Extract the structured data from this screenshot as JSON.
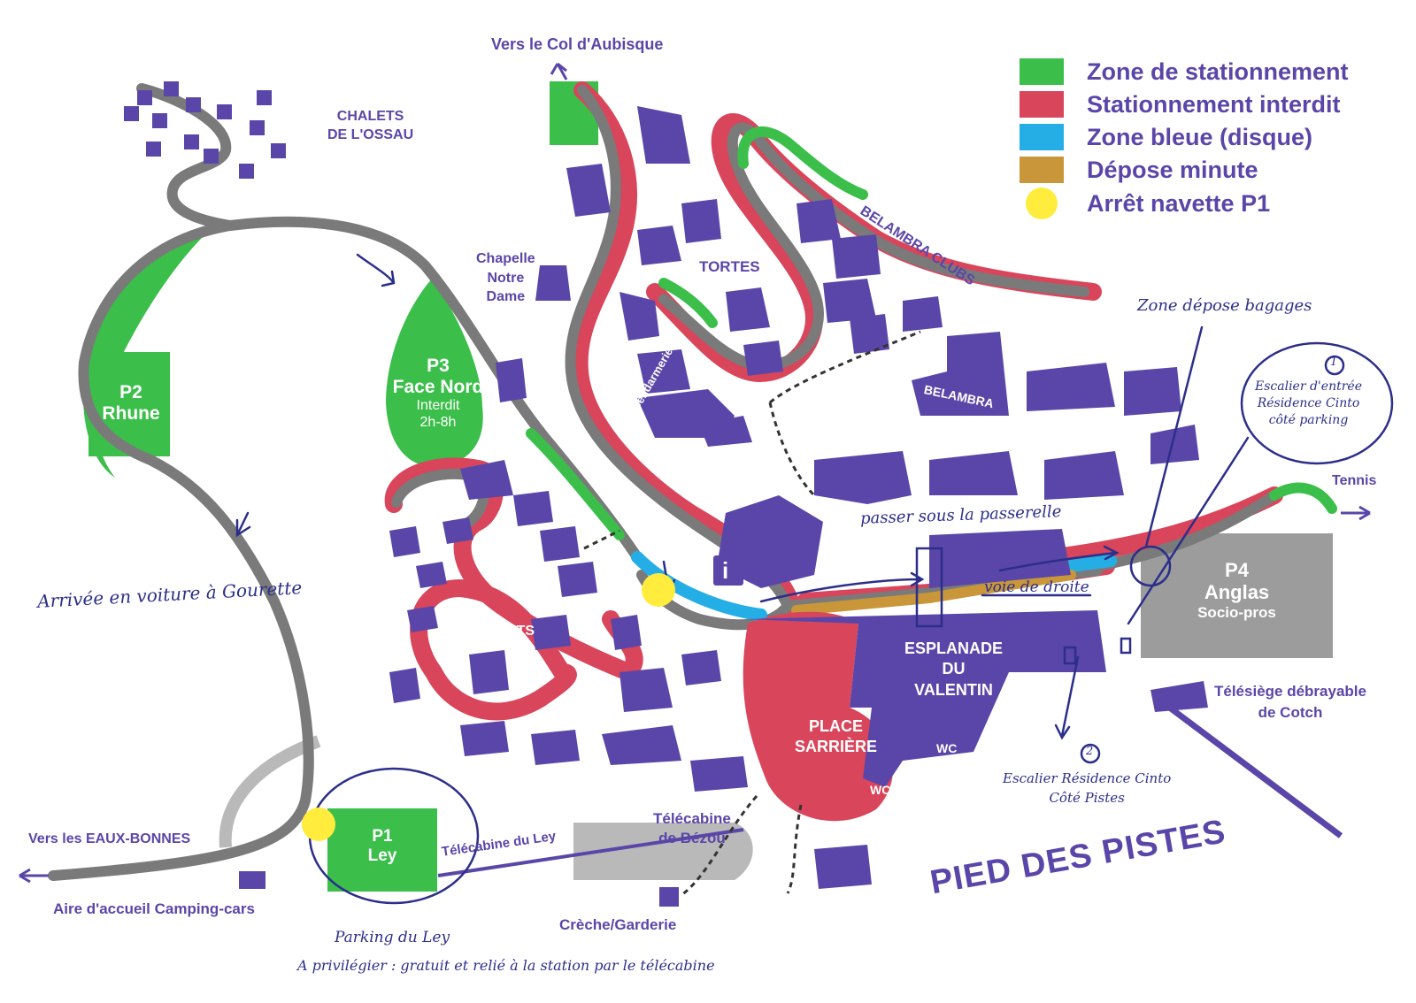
{
  "legend": {
    "items": [
      {
        "key": "parking",
        "label": "Zone de stationnement",
        "color": "#3bbf4a"
      },
      {
        "key": "no-parking",
        "label": "Stationnement interdit",
        "color": "#d9455a"
      },
      {
        "key": "blue-zone",
        "label": "Zone bleue (disque)",
        "color": "#25aee6"
      },
      {
        "key": "drop-off",
        "label": "Dépose minute",
        "color": "#c9973a"
      },
      {
        "key": "shuttle-stop",
        "label": "Arrêt navette P1",
        "color": "#ffec3d"
      }
    ]
  },
  "colors": {
    "building": "#5a46a8",
    "road": "#7a7a7a",
    "road_light": "#b9b9b9",
    "ink": "#2c2f8a"
  },
  "labels": {
    "col_aubisque": "Vers le Col d'Aubisque",
    "chalets_1": "CHALETS",
    "chalets_2": "DE L'OSSAU",
    "chapelle_1": "Chapelle",
    "chapelle_2": "Notre",
    "chapelle_3": "Dame",
    "tortes": "TORTES",
    "belambra_clubs": "BELAMBRA CLUBS",
    "belambra": "BELAMBRA",
    "gendarmerie": "Gendarmerie",
    "sendeits": "SENDEITS",
    "esplanade_1": "ESPLANADE",
    "esplanade_2": "DU",
    "esplanade_3": "VALENTIN",
    "place_1": "PLACE",
    "place_2": "SARRIÈRE",
    "wc": "WC",
    "tennis": "Tennis",
    "telesiege_1": "Télésiège débrayable",
    "telesiege_2": "de Cotch",
    "telecabine_bezou_1": "Télécabine",
    "telecabine_bezou_2": "de Bézou",
    "telecabine_ley": "Télécabine du Ley",
    "eaux_bonnes": "Vers les EAUX-BONNES",
    "aire_camping": "Aire d'accueil Camping-cars",
    "creche": "Crèche/Garderie",
    "pied_des_pistes": "PIED DES PISTES",
    "info": "i"
  },
  "parkings": {
    "p1": {
      "name": "P1",
      "sub": "Ley"
    },
    "p2": {
      "name": "P2",
      "sub": "Rhune"
    },
    "p3": {
      "name": "P3",
      "sub": "Face Nord",
      "note_1": "Interdit",
      "note_2": "2h-8h"
    },
    "p4": {
      "name": "P4",
      "sub": "Anglas",
      "note": "Socio-pros"
    }
  },
  "annotations": {
    "arrivee": "Arrivée en voiture à Gourette",
    "zone_depose": "Zone dépose bagages",
    "passer_sous": "passer sous la passerelle",
    "voie_droite": "voie de droite",
    "escalier_1_num": "1",
    "escalier_1_a": "Escalier d'entrée",
    "escalier_1_b": "Résidence Cinto",
    "escalier_1_c": "côté parking",
    "escalier_2_num": "2",
    "escalier_2_a": "Escalier Résidence Cinto",
    "escalier_2_b": "Côté Pistes",
    "parking_ley": "Parking du Ley",
    "privilegier": "A privilégier : gratuit et relié à la station par le télécabine"
  }
}
